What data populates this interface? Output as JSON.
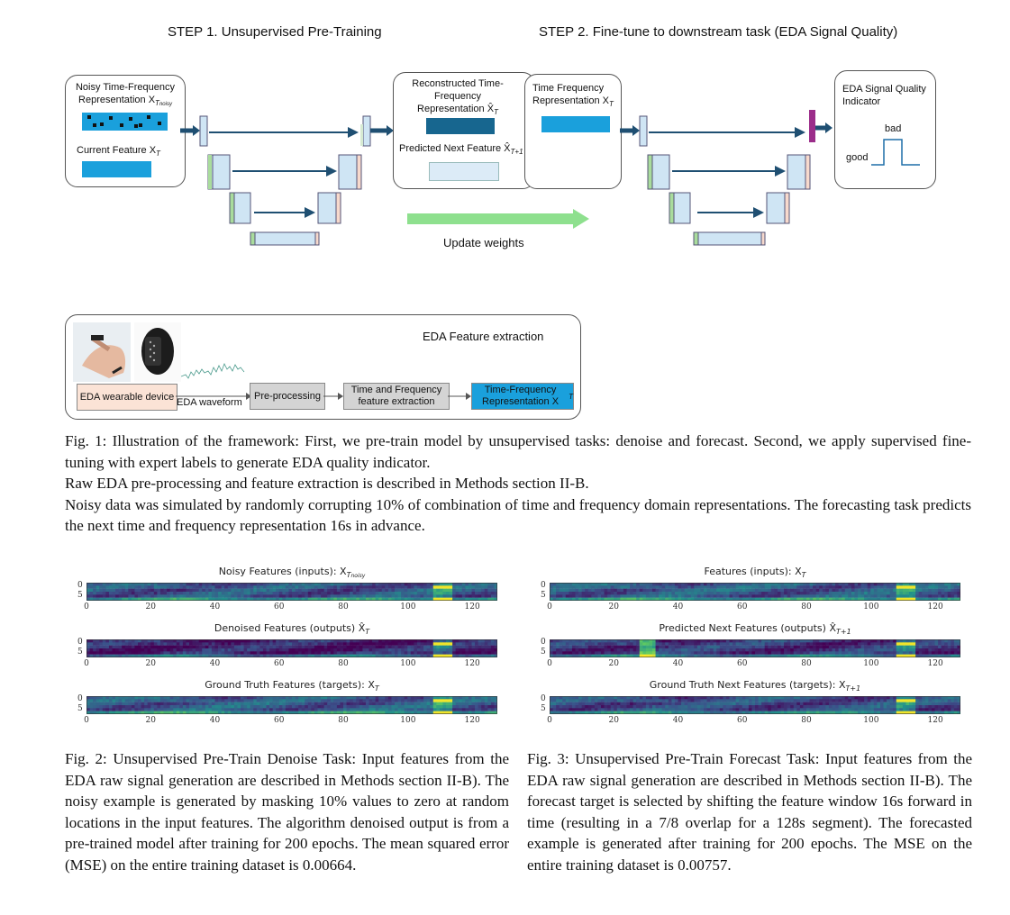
{
  "figure1": {
    "step1_title": "STEP 1. Unsupervised Pre-Training",
    "step2_title": "STEP 2. Fine-tune to downstream task (EDA Signal Quality)",
    "input_box": {
      "noisy_label": "Noisy Time-Frequency Representation X",
      "noisy_sub": "T",
      "noisy_subsub": "noisy",
      "current_label": "Current Feature X",
      "current_sub": "T"
    },
    "output_box": {
      "reconstructed_label": "Reconstructed Time-Frequency Representation X̂",
      "reconstructed_sub": "T",
      "predicted_label": "Predicted Next Feature X̂",
      "predicted_sub": "T+1"
    },
    "tf_box": {
      "label": "Time Frequency Representation X",
      "sub": "T"
    },
    "update_label": "Update weights",
    "quality_box": {
      "title": "EDA Signal Quality Indicator",
      "bad": "bad",
      "good": "good"
    },
    "feature_panel": {
      "title": "EDA Feature extraction",
      "device": "EDA wearable device",
      "waveform": "EDA waveform",
      "preprocessing": "Pre-processing",
      "extraction": "Time and Frequency feature extraction",
      "representation": "Time-Frequency Representation X",
      "representation_sub": "T"
    },
    "caption_lines": [
      "Fig. 1: Illustration of the framework: First, we pre-train model by unsupervised tasks: denoise and forecast. Second, we apply supervised fine-tuning with expert labels to generate EDA quality indicator.",
      "Raw EDA pre-processing and feature extraction is described in Methods section II-B.",
      "Noisy data was simulated by randomly corrupting 10% of combination of time and frequency domain representations. The forecasting task predicts the next time and frequency representation 16s in advance."
    ]
  },
  "figure2": {
    "panels": [
      {
        "title": "Noisy Features (inputs): X",
        "sub": "T",
        "subsub": "noisy"
      },
      {
        "title": "Denoised Features (outputs) X̂",
        "sub": "T",
        "subsub": ""
      },
      {
        "title": "Ground Truth Features (targets): X",
        "sub": "T",
        "subsub": ""
      }
    ],
    "x_ticks": [
      "0",
      "20",
      "40",
      "60",
      "80",
      "100",
      "120"
    ],
    "y_ticks": [
      "0",
      "5"
    ],
    "caption": "Fig. 2: Unsupervised Pre-Train Denoise Task: Input features from the EDA raw signal generation are described in Methods section II-B). The noisy example is generated by masking 10% values to zero at random locations in the input features. The algorithm denoised output is from a pre-trained model after training for 200 epochs. The mean squared error (MSE) on the entire training dataset is 0.00664."
  },
  "figure3": {
    "panels": [
      {
        "title": "Features (inputs): X",
        "sub": "T",
        "subsub": ""
      },
      {
        "title": "Predicted Next Features (outputs) X̂",
        "sub": "T+1",
        "subsub": ""
      },
      {
        "title": "Ground Truth Next Features (targets): X",
        "sub": "T+1",
        "subsub": ""
      }
    ],
    "x_ticks": [
      "0",
      "20",
      "40",
      "60",
      "80",
      "100",
      "120"
    ],
    "y_ticks": [
      "0",
      "5"
    ],
    "caption": "Fig. 3: Unsupervised Pre-Train Forecast Task: Input features from the EDA raw signal generation are described in Methods section II-B). The forecast target is selected by shifting the feature window 16s forward in time (resulting in a 7/8 overlap for a 128s segment). The forecasted example is generated after training for 200 epochs. The MSE on the entire training dataset is 0.00757."
  },
  "colors": {
    "bright_blue": "#1aa0dc",
    "dark_teal": "#17668f",
    "light_blue": "#cfe5f4",
    "arrow_navy": "#1f4f72",
    "green_arrow": "#8ee08e",
    "magenta": "#9b2d8a",
    "viridis_dark": "#35125f",
    "viridis_mid": "#2d6e8e",
    "viridis_yellow": "#f2e229"
  }
}
